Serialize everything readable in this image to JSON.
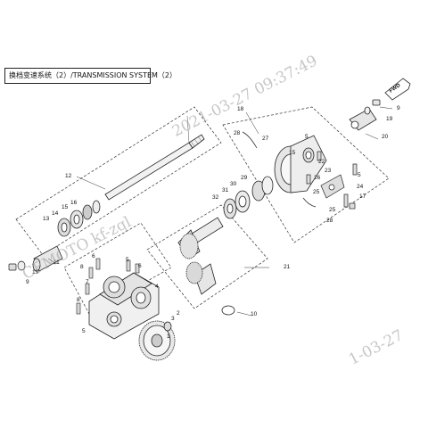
{
  "title": "换档变速系统（2）/TRANSMISSION SYSTEM（2）",
  "fwd_label": "FWD",
  "watermark": {
    "upper": "2021-03-27 09:37:49",
    "left": "CFMOTO kf-zql",
    "lower": "1-03-27"
  },
  "callouts": [
    "1",
    "2",
    "3",
    "4",
    "5",
    "5",
    "5",
    "5",
    "6",
    "6",
    "7",
    "8",
    "8",
    "9",
    "9",
    "10",
    "11",
    "12",
    "13",
    "14",
    "15",
    "15",
    "16",
    "17",
    "18",
    "19",
    "19",
    "20",
    "21",
    "22",
    "23",
    "24",
    "25",
    "25",
    "26",
    "27",
    "28",
    "28",
    "29",
    "30",
    "31",
    "32"
  ]
}
